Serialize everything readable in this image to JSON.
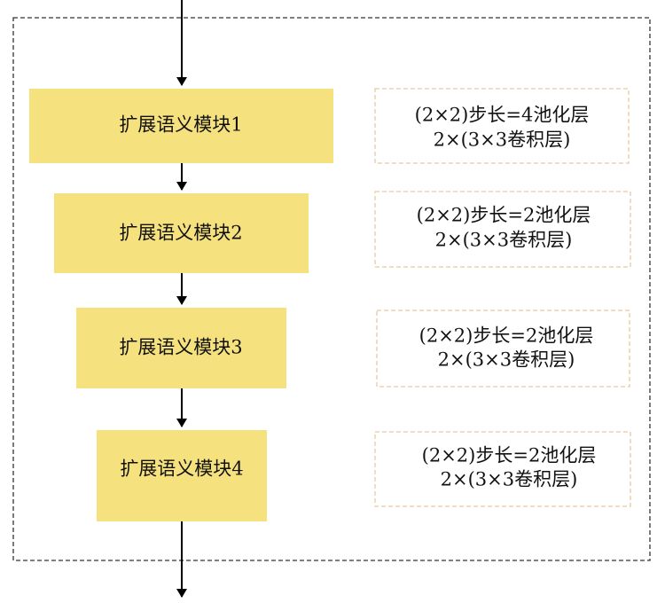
{
  "modules": [
    {
      "label": "扩展语义模块1",
      "desc_line1": "(2×2)步长=4池化层",
      "desc_line2": "2×(3×3卷积层)"
    },
    {
      "label": "扩展语义模块2",
      "desc_line1": "(2×2)步长=2池化层",
      "desc_line2": "2×(3×3卷积层)"
    },
    {
      "label": "扩展语义模块3",
      "desc_line1": "(2×2)步长=2池化层",
      "desc_line2": "2×(3×3卷积层)"
    },
    {
      "label": "扩展语义模块4",
      "desc_line1": "(2×2)步长=2池化层",
      "desc_line2": "2×(3×3卷积层)"
    }
  ],
  "colors": {
    "module_fill": "#f5e17d",
    "desc_border": "#e8caa0",
    "outer_border": "#333333",
    "arrow": "#000000"
  }
}
